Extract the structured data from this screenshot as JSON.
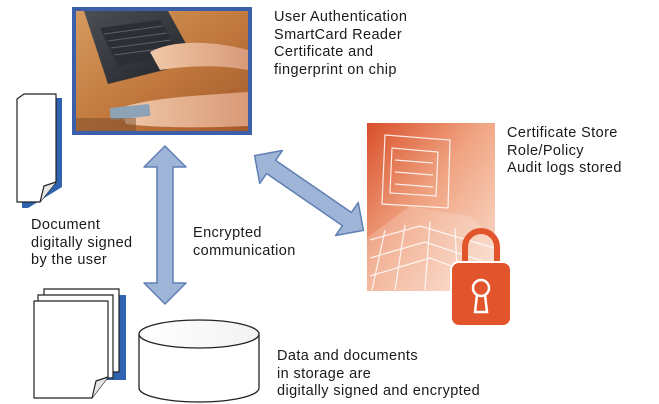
{
  "authentication": {
    "lines": [
      "User Authentication",
      "SmartCard Reader",
      "Certificate and",
      "fingerprint on chip"
    ]
  },
  "certificate_store": {
    "lines": [
      "Certificate Store",
      "Role/Policy",
      "Audit logs stored"
    ]
  },
  "document": {
    "lines": [
      "Document",
      "digitally signed",
      "by the user"
    ]
  },
  "channel": {
    "lines": [
      "Encrypted",
      "communication"
    ]
  },
  "storage": {
    "lines": [
      "Data and documents",
      "in storage are",
      "digitally signed and encrypted"
    ]
  },
  "colors": {
    "arrow_fill": "#9fb5d8",
    "arrow_stroke": "#5f7fb3",
    "photo_border": "#3b5fa8",
    "page_shadow": "#2f63b0",
    "store_orange": "#e26a3d",
    "lock_fill": "#e2542c"
  },
  "icons": [
    "laptop-smartcard-photo",
    "certificate-server-illustration",
    "padlock-icon",
    "document-icon",
    "document-stack-icon",
    "database-cylinder-icon"
  ]
}
